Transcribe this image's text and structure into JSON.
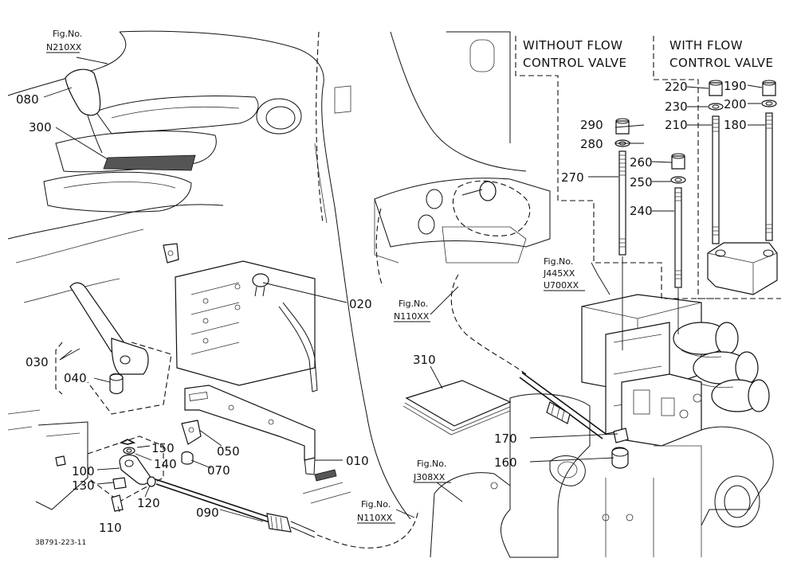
{
  "figure_refs": {
    "n210": {
      "label": "Fig.No.",
      "code": "N210XX"
    },
    "n110_upper": {
      "label": "Fig.No.",
      "code": "N110XX"
    },
    "n110_lower": {
      "label": "Fig.No.",
      "code": "N110XX"
    },
    "j445": {
      "label": "Fig.No.",
      "code1": "J445XX",
      "code2": "U700XX"
    },
    "j308": {
      "label": "Fig.No.",
      "code": "J308XX"
    }
  },
  "variants": {
    "without": {
      "line1": "WITHOUT FLOW",
      "line2": "CONTROL VALVE"
    },
    "with": {
      "line1": "WITH FLOW",
      "line2": "CONTROL VALVE"
    }
  },
  "parts": {
    "p010": "010",
    "p020": "020",
    "p030": "030",
    "p040": "040",
    "p050": "050",
    "p070": "070",
    "p080": "080",
    "p090": "090",
    "p100": "100",
    "p110": "110",
    "p120": "120",
    "p130": "130",
    "p140": "140",
    "p150": "150",
    "p160": "160",
    "p170": "170",
    "p180": "180",
    "p190": "190",
    "p200": "200",
    "p210": "210",
    "p220": "220",
    "p230": "230",
    "p240": "240",
    "p250": "250",
    "p260": "260",
    "p270": "270",
    "p280": "280",
    "p290": "290",
    "p300": "300",
    "p310": "310"
  },
  "drawing_code": "3B791-223-11"
}
